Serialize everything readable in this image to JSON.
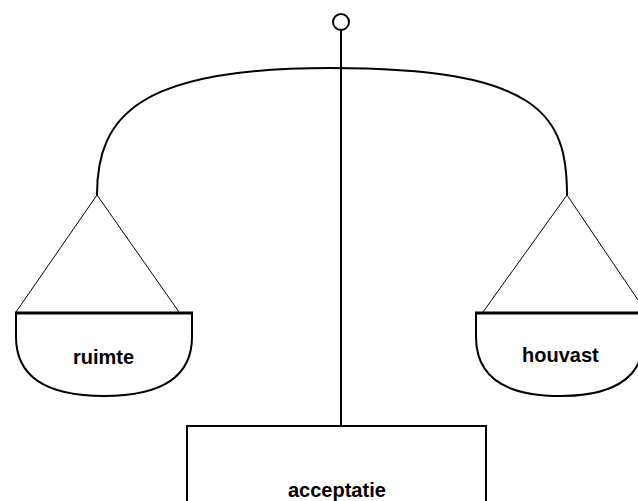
{
  "diagram": {
    "nodes": [
      {
        "text": [
          "ruimte"
        ]
      },
      {
        "text": [
          "houvast"
        ]
      },
      {
        "text": [
          "acceptatie"
        ]
      }
    ]
  }
}
